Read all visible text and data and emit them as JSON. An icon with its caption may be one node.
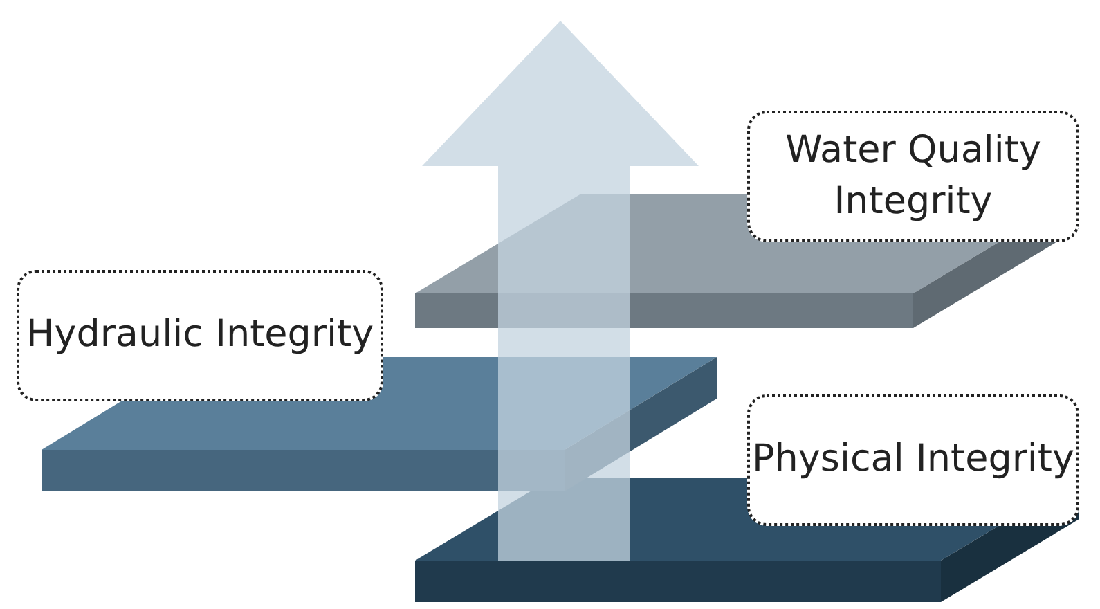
{
  "diagram": {
    "nodes": [
      {
        "text": [
          "Water Quality Integrity"
        ]
      },
      {
        "text": [
          "Hydraulic Integrity"
        ]
      },
      {
        "text": [
          "Physical Integrity"
        ]
      }
    ]
  }
}
